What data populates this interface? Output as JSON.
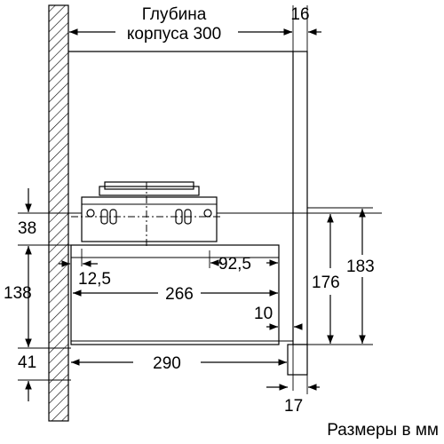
{
  "header": {
    "depth_line1": "Глубина",
    "depth_line2": "корпуса 300",
    "top_right_dim": "16"
  },
  "dimensions": {
    "d38": "38",
    "d138": "138",
    "d41": "41",
    "d12_5": "12,5",
    "d92_5": "92,5",
    "d266": "266",
    "d10": "10",
    "d290": "290",
    "d17": "17",
    "d176": "176",
    "d183": "183"
  },
  "footer": {
    "units_note": "Размеры в мм"
  }
}
